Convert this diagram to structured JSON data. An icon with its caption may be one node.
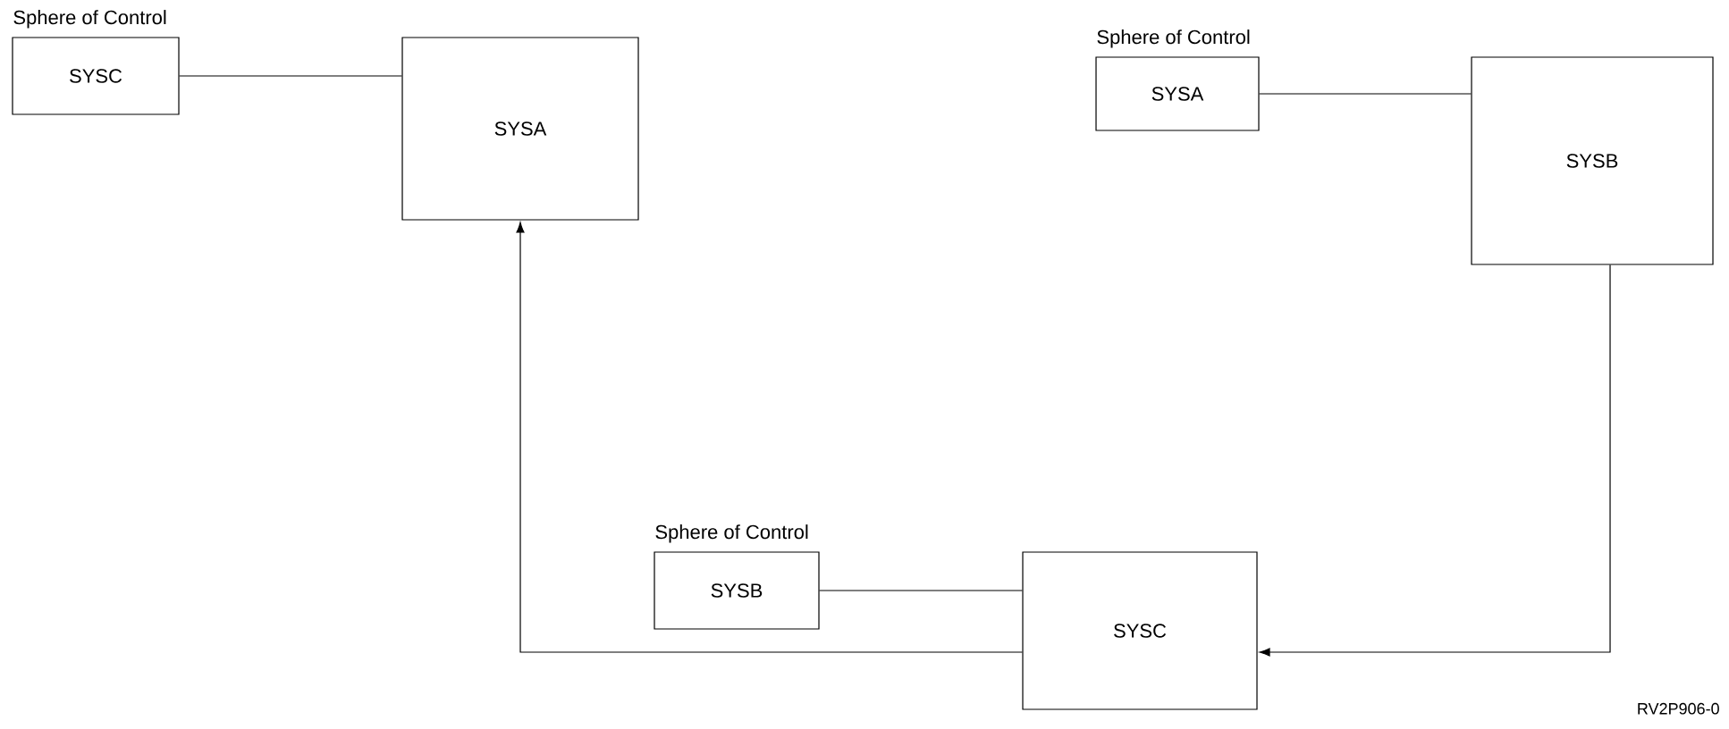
{
  "diagram": {
    "nodes": [
      {
        "text": [
          "SYSC"
        ],
        "beside": [
          "Sphere of Control"
        ]
      },
      {
        "text": [
          "SYSA"
        ]
      },
      {
        "text": [
          "SYSA"
        ],
        "beside": [
          "Sphere of Control"
        ]
      },
      {
        "text": [
          "SYSB"
        ]
      },
      {
        "text": [
          "SYSB"
        ],
        "beside": [
          "Sphere of Control"
        ]
      },
      {
        "text": [
          "SYSC"
        ]
      }
    ],
    "edges": [
      {
        "from": 0,
        "to": 1,
        "arrow": "none"
      },
      {
        "from": 2,
        "to": 3,
        "arrow": "none"
      },
      {
        "from": 4,
        "to": 5,
        "arrow": "none"
      },
      {
        "from": 3,
        "to": 5,
        "arrow": "to"
      },
      {
        "from": 5,
        "to": 1,
        "arrow": "to"
      }
    ],
    "labels": [
      "RV2P906-0"
    ]
  }
}
